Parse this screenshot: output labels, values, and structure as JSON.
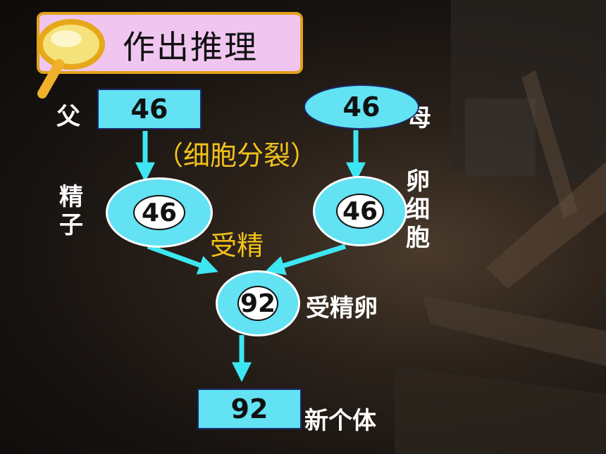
{
  "title": "作出推理",
  "nodes": {
    "father_count": "46",
    "mother_count": "46",
    "sperm_count": "46",
    "egg_count": "46",
    "zygote_count": "92",
    "individual_count": "92"
  },
  "labels": {
    "father": "父",
    "mother": "母",
    "sperm": "精子",
    "egg": "卵细胞",
    "zygote": "受精卵",
    "individual": "新个体"
  },
  "processes": {
    "division": "（细胞分裂）",
    "fertilization": "受精"
  },
  "colors": {
    "node_fill": "#62e2f2",
    "arrow": "#3ee6f2",
    "process_text": "#f2c21a",
    "title_bg": "#f0c6f0",
    "title_border": "#e2a21a"
  },
  "icons": {
    "title_icon": "magnifier-icon"
  }
}
